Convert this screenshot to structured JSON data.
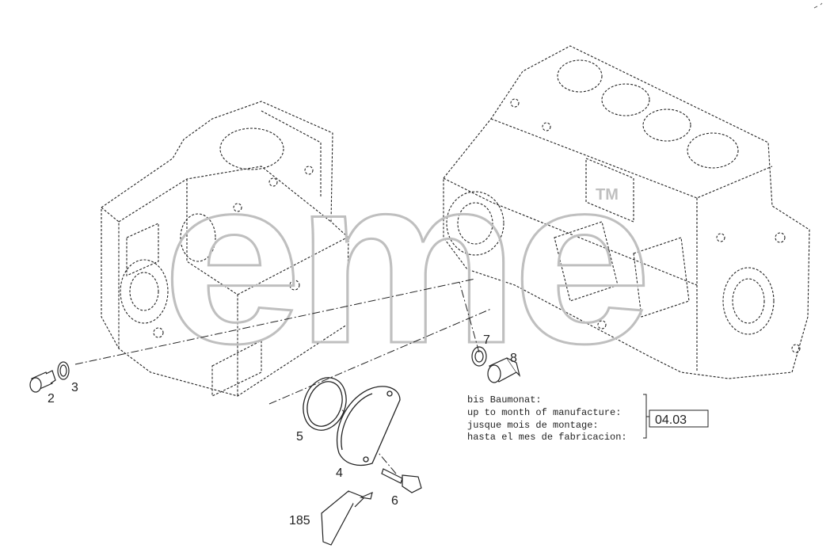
{
  "callouts": {
    "part_2": "2",
    "part_3": "3",
    "part_4": "4",
    "part_5": "5",
    "part_6": "6",
    "part_7": "7",
    "part_8": "8",
    "part_185": "185"
  },
  "note": {
    "line_1": "bis Baumonat:",
    "line_2": "up to month of manufacture:",
    "line_3": "jusque mois de montage:",
    "line_4": "hasta el mes de fabricacion:",
    "date": "04.03"
  },
  "watermark": {
    "text": "eme",
    "tm": "TM"
  },
  "colors": {
    "line": "#222222",
    "watermark": "#cfcfcf"
  }
}
